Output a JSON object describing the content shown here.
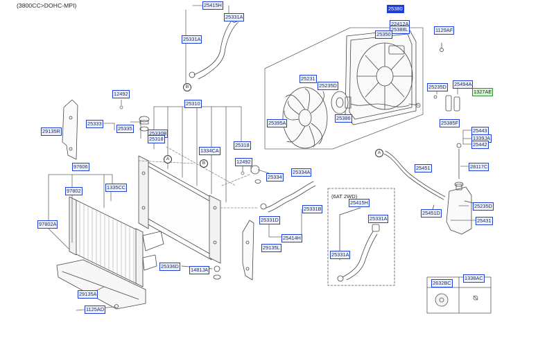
{
  "header": {
    "engine": "(3800CC>DOHC-MPI)"
  },
  "detail_box": {
    "title": "(6AT 2WD)"
  },
  "markers": {
    "a": "A",
    "b": "B"
  },
  "colors": {
    "label_border": "#1d3fd6",
    "selected_fill": "#1d3fd6",
    "highlight_fill": "#d8f2d6",
    "line": "#444444"
  },
  "parts": {
    "p25380": "25380",
    "p22412A": "22412A",
    "p25388L": "25388L",
    "p25350": "25350",
    "p1129AF": "1129AF",
    "p25231": "25231",
    "p25235D_top": "25235D",
    "p25386": "25386",
    "p25395A": "25395A",
    "p25235D_mid": "25235D",
    "p25494A": "25494A",
    "p1327AE": "1327AE",
    "p25385F": "25385F",
    "p25415H": "25415H",
    "p25331A_top": "25331A",
    "p25331A_left": "25331A",
    "p12492_a": "12492",
    "p25310": "25310",
    "p25333": "25333",
    "p25335": "25335",
    "p25330B": "25330B",
    "p25318_a": "25318",
    "p1334CA": "1334CA",
    "p25318_b": "25318",
    "p29135R": "29135R",
    "p97606": "97606",
    "p97802": "97802",
    "p1335CC": "1335CC",
    "p97802A": "97802A",
    "p12492_b": "12492",
    "p25334A": "25334A",
    "p25334": "25334",
    "p25331B": "25331B",
    "p25331D": "25331D",
    "p25414H": "25414H",
    "p29135L": "29135L",
    "p25336D": "25336D",
    "p1481JA": "1481JA",
    "p29135A": "29135A",
    "p1125AD": "1125AD",
    "p25415H_box": "25415H",
    "p25331A_box1": "25331A",
    "p25331A_box2": "25331A",
    "p25451": "25451",
    "p25443": "25443",
    "p1339JA": "1339JA",
    "p25442": "25442",
    "p28117C": "28117C",
    "p25451D": "25451D",
    "p25235D_low": "25235D",
    "p25431": "25431",
    "p2632BC": "2632BC",
    "p1338AC": "1338AC"
  }
}
